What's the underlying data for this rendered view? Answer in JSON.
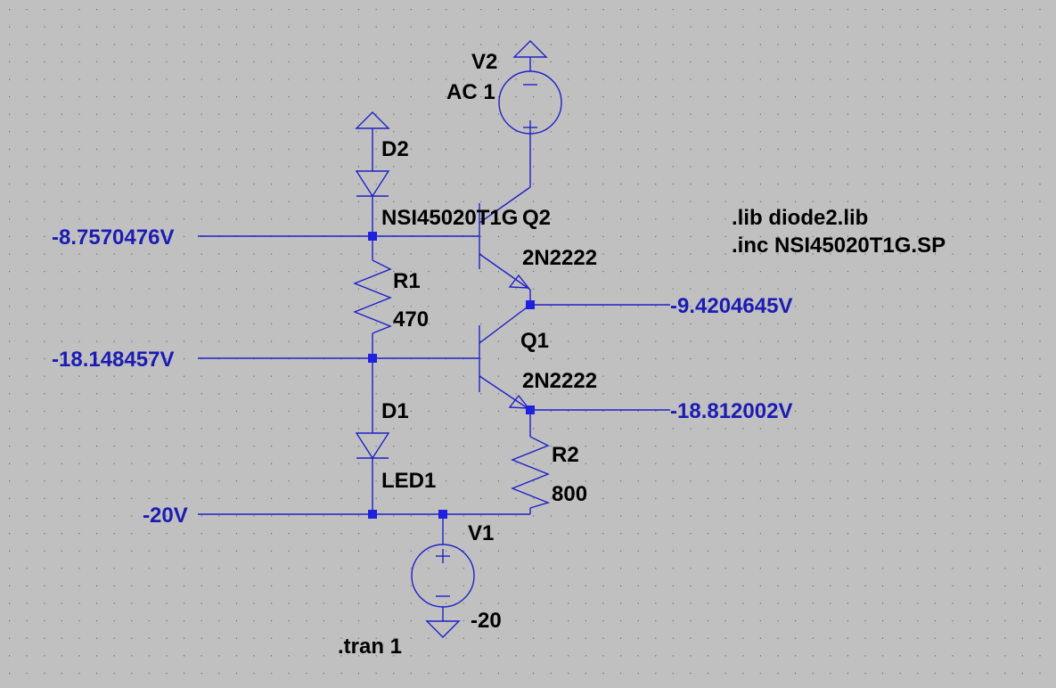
{
  "components": {
    "v2": {
      "name": "V2",
      "value": "AC 1"
    },
    "v1": {
      "name": "V1",
      "value": "-20"
    },
    "d2": {
      "name": "D2",
      "model": "NSI45020T1G"
    },
    "d1": {
      "name": "D1",
      "model": "LED1"
    },
    "r1": {
      "name": "R1",
      "value": "470"
    },
    "r2": {
      "name": "R2",
      "value": "800"
    },
    "q2": {
      "name": "Q2",
      "model": "2N2222"
    },
    "q1": {
      "name": "Q1",
      "model": "2N2222"
    }
  },
  "directives": {
    "lib": ".lib diode2.lib",
    "inc": ".inc NSI45020T1G.SP",
    "tran": ".tran 1"
  },
  "node_voltages": {
    "q2_base": "-8.7570476V",
    "q1_base": "-18.148457V",
    "ground_rail": "-20V",
    "q1_collector": "-9.4204645V",
    "q1_emitter": "-18.812002V"
  },
  "grid": true,
  "colors": {
    "background": "#c0c0c0",
    "wire": "#2020c8",
    "voltage_label": "#1c1cb4",
    "grid_dot": "#6e6e6e"
  }
}
